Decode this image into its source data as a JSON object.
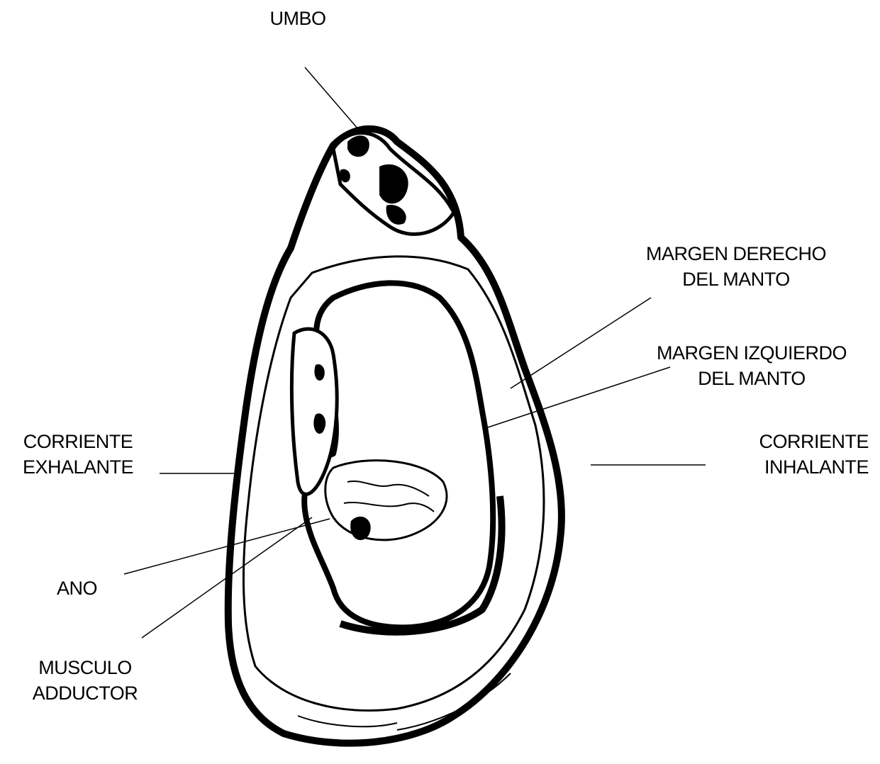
{
  "labels": {
    "umbo": "UMBO",
    "margen_derecho": [
      "MARGEN DERECHO",
      "DEL MANTO"
    ],
    "margen_izquierdo": [
      "MARGEN IZQUIERDO",
      "DEL MANTO"
    ],
    "corriente_exhalante": [
      "CORRIENTE",
      "EXHALANTE"
    ],
    "corriente_inhalante": [
      "CORRIENTE",
      "INHALANTE"
    ],
    "ano": "ANO",
    "musculo_aductor": [
      "MUSCULO",
      "ADDUCTOR"
    ]
  },
  "colors": {
    "ink": "#000000",
    "paper": "#ffffff"
  }
}
